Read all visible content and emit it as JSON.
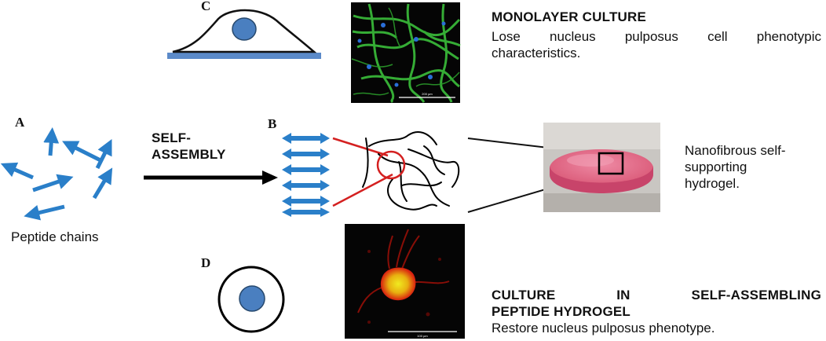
{
  "labels": {
    "a": "A",
    "b": "B",
    "c": "C",
    "d": "D"
  },
  "peptide_chains": "Peptide chains",
  "self_assembly": {
    "line1": "SELF-",
    "line2": "ASSEMBLY"
  },
  "monolayer": {
    "title": "MONOLAYER CULTURE",
    "line1": "Lose   nucleus   pulposus   cell   phenotypic",
    "line2": "characteristics."
  },
  "hydrogel": {
    "line1": "Nanofibrous self-",
    "line2": "supporting",
    "line3": "hydrogel."
  },
  "sap_culture": {
    "title1": "CULTURE   IN   SELF-ASSEMBLING",
    "title2": "PEPTIDE HYDROGEL",
    "desc": "Restore nucleus pulposus phenotype."
  },
  "colors": {
    "peptide_blue": "#2a7fc9",
    "nucleus_blue": "#4a7fc0",
    "substrate_blue": "#5b8ac9",
    "fiber_red": "#d42020",
    "hydrogel_pink": "#e0607f",
    "micrograph_bg": "#050505",
    "actin_green": "#3bbf3b",
    "cell_red": "#e02010",
    "cell_yellow": "#e8e010"
  },
  "micrograph_scale": {
    "top": "200 µm",
    "bottom": "100 µm"
  }
}
